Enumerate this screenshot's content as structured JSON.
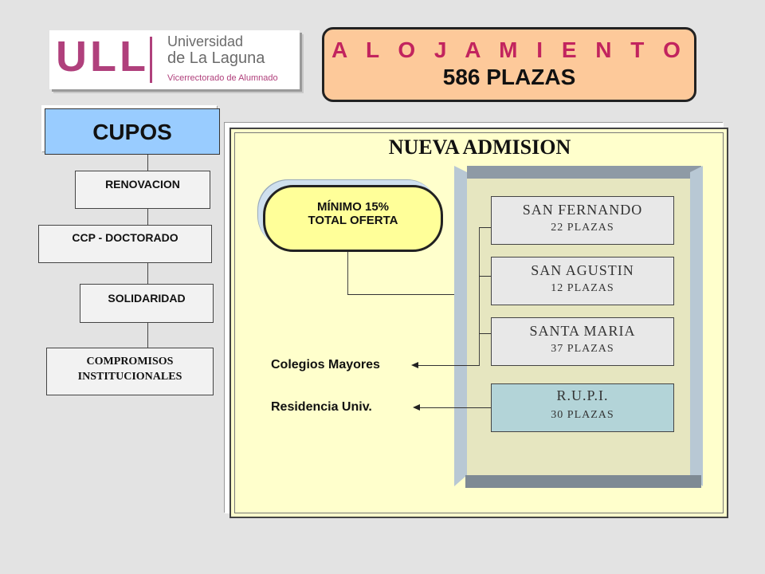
{
  "logo": {
    "mark": "ULL",
    "line1": "Universidad",
    "line2": "de La Laguna",
    "line3": "Vicerrectorado de Alumnado"
  },
  "title": {
    "line1": "A L O J A M I E N T O",
    "line2": "586  PLAZAS"
  },
  "left_column": {
    "header": "CUPOS",
    "items": [
      "RENOVACION",
      "CCP  -  DOCTORADO",
      "SOLIDARIDAD"
    ],
    "last_item_line1": "COMPROMISOS",
    "last_item_line2": "INSTITUCIONALES"
  },
  "panel": {
    "title": "NUEVA ADMISION",
    "minimum_line1": "MÍNIMO  15%",
    "minimum_line2": "TOTAL  OFERTA",
    "colegios_label": "Colegios Mayores",
    "residencia_label": "Residencia Univ.",
    "residences": [
      {
        "name": "SAN  FERNANDO",
        "places": "22   PLAZAS"
      },
      {
        "name": "SAN  AGUSTIN",
        "places": "12  PLAZAS"
      },
      {
        "name": "SANTA  MARIA",
        "places": "37  PLAZAS"
      },
      {
        "name": "R.U.P.I.",
        "places": "30   PLAZAS"
      }
    ]
  }
}
